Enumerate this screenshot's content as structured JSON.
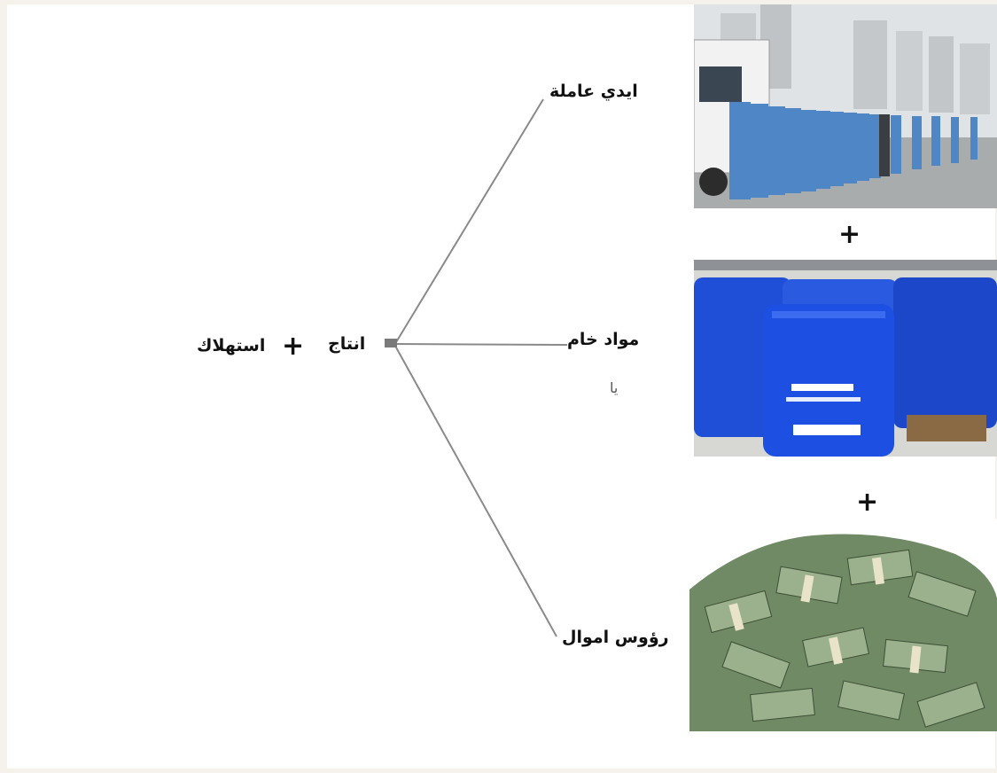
{
  "diagram": {
    "root_label": "استهلاك",
    "root_plus": "+",
    "node_label": "انتاج",
    "branches": [
      {
        "label": "ايدي عاملة"
      },
      {
        "label": "مواد خام"
      },
      {
        "label": "رؤوس اموال"
      }
    ],
    "extra_note": "يا",
    "image_separators": [
      "+",
      "+"
    ]
  },
  "images": [
    {
      "subject": "workers-in-blue-uniforms-queue"
    },
    {
      "subject": "blue-plastic-barrels"
    },
    {
      "subject": "pile-of-dollar-banknotes"
    }
  ],
  "colors": {
    "connector": "#8a8a8a",
    "text": "#111111",
    "barrel_blue": "#1f4fd6",
    "money_green": "#6f8a64",
    "uniform_blue": "#4f86c6"
  }
}
